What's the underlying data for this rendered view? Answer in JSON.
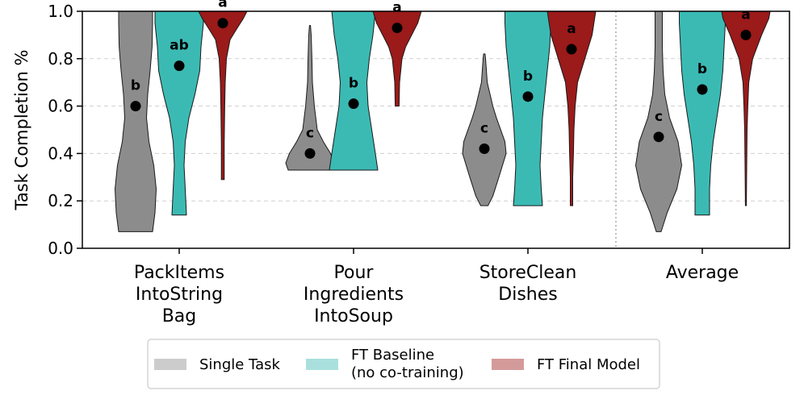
{
  "chart_data": {
    "type": "violin",
    "ylabel": "Task Completion %",
    "ylim": [
      0.0,
      1.0
    ],
    "yticks": [
      "0.0",
      "0.2",
      "0.4",
      "0.6",
      "0.8",
      "1.0"
    ],
    "grid": "horizontal dashed",
    "categories": [
      [
        "PackItems",
        "IntoString",
        "Bag"
      ],
      [
        "Pour",
        "Ingredients",
        "IntoSoup"
      ],
      [
        "StoreClean",
        "Dishes"
      ],
      [
        "Average"
      ]
    ],
    "series": [
      {
        "name": "Single Task",
        "color": "#8c8c8c",
        "legend_color": "#cccccc",
        "groups": [
          {
            "min": 0.07,
            "max": 1.0,
            "mean": 0.6,
            "letter": "b",
            "profile": [
              [
                0.07,
                0.7
              ],
              [
                0.15,
                0.8
              ],
              [
                0.25,
                0.85
              ],
              [
                0.35,
                0.75
              ],
              [
                0.45,
                0.55
              ],
              [
                0.55,
                0.45
              ],
              [
                0.65,
                0.5
              ],
              [
                0.75,
                0.6
              ],
              [
                0.85,
                0.68
              ],
              [
                0.95,
                0.7
              ],
              [
                1.0,
                0.7
              ]
            ]
          },
          {
            "min": 0.33,
            "max": 0.94,
            "mean": 0.4,
            "letter": "c",
            "profile": [
              [
                0.33,
                0.9
              ],
              [
                0.36,
                1.0
              ],
              [
                0.4,
                0.85
              ],
              [
                0.45,
                0.55
              ],
              [
                0.5,
                0.3
              ],
              [
                0.6,
                0.18
              ],
              [
                0.7,
                0.1
              ],
              [
                0.8,
                0.08
              ],
              [
                0.9,
                0.05
              ],
              [
                0.94,
                0.02
              ]
            ]
          },
          {
            "min": 0.18,
            "max": 0.82,
            "mean": 0.42,
            "letter": "c",
            "profile": [
              [
                0.18,
                0.15
              ],
              [
                0.22,
                0.35
              ],
              [
                0.3,
                0.6
              ],
              [
                0.4,
                0.9
              ],
              [
                0.45,
                0.85
              ],
              [
                0.55,
                0.5
              ],
              [
                0.6,
                0.35
              ],
              [
                0.7,
                0.12
              ],
              [
                0.8,
                0.05
              ],
              [
                0.82,
                0.03
              ]
            ]
          },
          {
            "min": 0.07,
            "max": 1.0,
            "mean": 0.47,
            "letter": "c",
            "profile": [
              [
                0.07,
                0.1
              ],
              [
                0.15,
                0.35
              ],
              [
                0.25,
                0.75
              ],
              [
                0.35,
                0.95
              ],
              [
                0.45,
                0.8
              ],
              [
                0.55,
                0.45
              ],
              [
                0.65,
                0.25
              ],
              [
                0.75,
                0.18
              ],
              [
                0.85,
                0.15
              ],
              [
                0.95,
                0.15
              ],
              [
                1.0,
                0.15
              ]
            ]
          }
        ]
      },
      {
        "name": "FT Baseline\n(no co-training)",
        "color": "#3bbab4",
        "legend_color": "#a9e0dd",
        "groups": [
          {
            "min": 0.14,
            "max": 1.0,
            "mean": 0.77,
            "letter": "ab",
            "profile": [
              [
                0.14,
                0.3
              ],
              [
                0.25,
                0.25
              ],
              [
                0.35,
                0.2
              ],
              [
                0.45,
                0.25
              ],
              [
                0.55,
                0.4
              ],
              [
                0.65,
                0.65
              ],
              [
                0.75,
                0.85
              ],
              [
                0.85,
                0.9
              ],
              [
                0.95,
                1.0
              ],
              [
                1.0,
                1.0
              ]
            ]
          },
          {
            "min": 0.33,
            "max": 1.0,
            "mean": 0.61,
            "letter": "b",
            "profile": [
              [
                0.33,
                1.0
              ],
              [
                0.4,
                0.9
              ],
              [
                0.5,
                0.75
              ],
              [
                0.6,
                0.6
              ],
              [
                0.7,
                0.55
              ],
              [
                0.8,
                0.65
              ],
              [
                0.9,
                0.8
              ],
              [
                1.0,
                0.9
              ]
            ]
          },
          {
            "min": 0.18,
            "max": 1.0,
            "mean": 0.64,
            "letter": "b",
            "profile": [
              [
                0.18,
                0.6
              ],
              [
                0.25,
                0.55
              ],
              [
                0.35,
                0.5
              ],
              [
                0.45,
                0.55
              ],
              [
                0.55,
                0.6
              ],
              [
                0.65,
                0.7
              ],
              [
                0.75,
                0.8
              ],
              [
                0.85,
                0.9
              ],
              [
                0.95,
                0.95
              ],
              [
                1.0,
                0.95
              ]
            ]
          },
          {
            "min": 0.14,
            "max": 1.0,
            "mean": 0.67,
            "letter": "b",
            "profile": [
              [
                0.14,
                0.3
              ],
              [
                0.25,
                0.3
              ],
              [
                0.35,
                0.35
              ],
              [
                0.45,
                0.45
              ],
              [
                0.55,
                0.6
              ],
              [
                0.65,
                0.75
              ],
              [
                0.75,
                0.85
              ],
              [
                0.85,
                0.9
              ],
              [
                0.95,
                0.95
              ],
              [
                1.0,
                0.95
              ]
            ]
          }
        ]
      },
      {
        "name": "FT Final Model",
        "color": "#9b1a1a",
        "legend_color": "#d49a9a",
        "groups": [
          {
            "min": 0.29,
            "max": 1.0,
            "mean": 0.95,
            "letter": "a",
            "profile": [
              [
                0.29,
                0.06
              ],
              [
                0.45,
                0.06
              ],
              [
                0.6,
                0.08
              ],
              [
                0.7,
                0.1
              ],
              [
                0.8,
                0.15
              ],
              [
                0.88,
                0.3
              ],
              [
                0.93,
                0.6
              ],
              [
                0.97,
                0.85
              ],
              [
                1.0,
                1.0
              ]
            ]
          },
          {
            "min": 0.6,
            "max": 1.0,
            "mean": 0.93,
            "letter": "a",
            "profile": [
              [
                0.6,
                0.08
              ],
              [
                0.7,
                0.1
              ],
              [
                0.8,
                0.2
              ],
              [
                0.85,
                0.35
              ],
              [
                0.9,
                0.6
              ],
              [
                0.95,
                0.85
              ],
              [
                1.0,
                1.0
              ]
            ]
          },
          {
            "min": 0.18,
            "max": 1.0,
            "mean": 0.84,
            "letter": "a",
            "profile": [
              [
                0.18,
                0.05
              ],
              [
                0.3,
                0.05
              ],
              [
                0.4,
                0.08
              ],
              [
                0.5,
                0.1
              ],
              [
                0.6,
                0.15
              ],
              [
                0.7,
                0.25
              ],
              [
                0.8,
                0.55
              ],
              [
                0.9,
                0.85
              ],
              [
                1.0,
                1.0
              ]
            ]
          },
          {
            "min": 0.18,
            "max": 1.0,
            "mean": 0.9,
            "letter": "a",
            "profile": [
              [
                0.18,
                0.02
              ],
              [
                0.3,
                0.03
              ],
              [
                0.4,
                0.04
              ],
              [
                0.5,
                0.05
              ],
              [
                0.6,
                0.08
              ],
              [
                0.7,
                0.12
              ],
              [
                0.8,
                0.28
              ],
              [
                0.9,
                0.65
              ],
              [
                0.97,
                0.95
              ],
              [
                1.0,
                1.0
              ]
            ]
          }
        ]
      }
    ]
  }
}
